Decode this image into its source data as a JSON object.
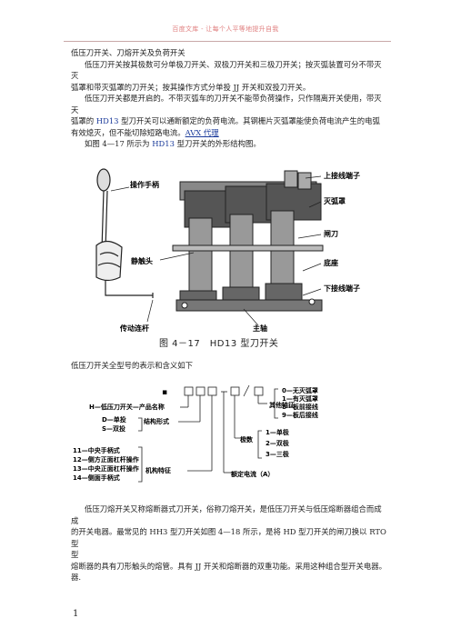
{
  "header": "百度文库 - 让每个人平等地提升自我",
  "paragraphs": {
    "p1": "低压刀开关、刀熔开关及负荷开关",
    "p2": "低压刀开关按其极数可分单极刀开关、双极刀开关和三极刀开关；按灭弧装置可分不带灭",
    "p3": "弧罩和带灭弧罩的刀开关；按其操作方式分单投 JJ 开关和双投刀开关。",
    "p4": "低压刀开关都是开启的。不带灭弧车的刀开关不能带负荷操作，只作隔离开关使用，带灭",
    "p5a": "弧罩的 ",
    "p5b": "HD13",
    "p5c": " 型刀开关可以通断额定的负荷电流。其钢栅片灭弧罩能使负荷电流产生的电弧",
    "p6a": "有效熄灭，但不能切除短路电流。",
    "p6b": "AVX 代理",
    "p7a": "如图 4—17 所示为 ",
    "p7b": "HD13",
    "p7c": " 型刀开关的外形结构图。",
    "p8": "低压刀开关全型号的表示和含义如下",
    "p9": "低压刀熔开关又称熔断器式刀开关，俗称刀熔开关，是低压刀开关与低压熔断器组合而成",
    "p10": "的开关电器。最常见的 HH3 型刀开关如图 4—18 所示，是将 HD 型刀开关的闸刀换以 RTO 型",
    "p11": "熔断器的具有刀形触头的熔管。具有 JJ 开关和熔断器的双重功能。采用这种组合型开关电器。"
  },
  "figure1": {
    "labels": {
      "handle": "操作手柄",
      "static_contact": "静触头",
      "rod": "传动连杆",
      "shaft": "主轴",
      "upper": "上接线端子",
      "arc": "灭弧罩",
      "blade": "闸刀",
      "base": "底座",
      "lower": "下接线端子"
    },
    "caption": "图 4－17　HD13 型刀开关"
  },
  "figure2": {
    "left": [
      "H—低压刀开关—产品名称",
      "D—单投",
      "S—双投",
      "结构形式"
    ],
    "mech": [
      "11—中央手柄式",
      "12—侧方正面杠杆操作",
      "13—中央正面杠杆操作",
      "14—侧面手柄式",
      "机构特征"
    ],
    "right_other": [
      "其他特征",
      "0—无灭弧罩",
      "1—有灭弧罩",
      "8—板前接线",
      "9—板后接线"
    ],
    "right_poles": [
      "极数",
      "1—单极",
      "2—双极",
      "3—三极"
    ],
    "current": "额定电流（A）",
    "dot": "▪"
  },
  "page_number": "1"
}
